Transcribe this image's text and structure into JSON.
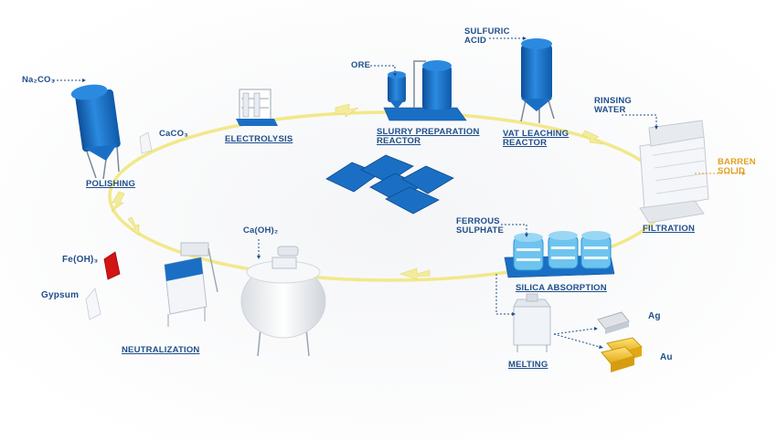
{
  "stages": {
    "electrolysis": "ELECTROLYSIS",
    "slurry": "SLURRY PREPARATION\nREACTOR",
    "vat": "VAT LEACHING\nREACTOR",
    "filtration": "FILTRATION",
    "silica": "SILICA ABSORPTION",
    "melting": "MELTING",
    "neutralization": "NEUTRALIZATION",
    "polishing": "POLISHING"
  },
  "inputs": {
    "na2co3": "Na₂CO₃",
    "caco3": "CaCO₃",
    "ore": "ORE",
    "sulfuric": "SULFURIC\nACID",
    "rinsing": "RINSING\nWATER",
    "ferrous": "FERROUS\nSULPHATE",
    "caoh2": "Ca(OH)₂"
  },
  "outputs": {
    "barren": "BARREN\nSOLID",
    "feoh3": "Fe(OH)₃",
    "gypsum": "Gypsum",
    "ag": "Ag",
    "au": "Au"
  },
  "colors": {
    "label": "#1f4e8a",
    "equipment": "#1a6fc4",
    "loop": "#f2e88a",
    "barren": "#e0a020",
    "gold": "#f2c230",
    "red": "#d21414"
  }
}
